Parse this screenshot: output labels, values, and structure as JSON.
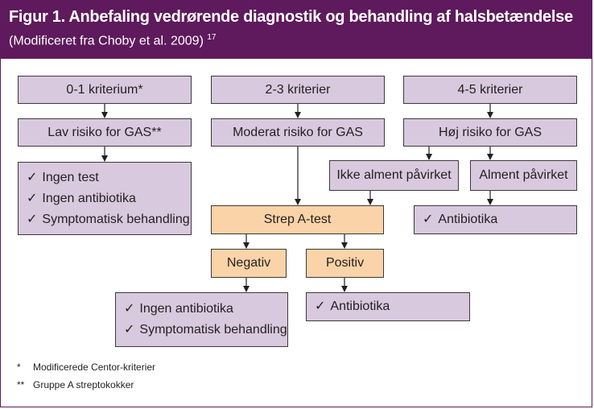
{
  "header": {
    "title": "Figur 1. Anbefaling vedrørende diagnostik og behandling af halsbetændelse",
    "subtitle": "(Modificeret fra Choby et al. 2009)",
    "reference": "17"
  },
  "boxes": {
    "criteria_low": "0-1 kriterium*",
    "criteria_mid": "2-3 kriterier",
    "criteria_high": "4-5 kriterier",
    "risk_low": "Lav risiko for GAS**",
    "risk_mid": "Moderat risiko for GAS",
    "risk_high": "Høj risiko for GAS",
    "not_generally_affected": "Ikke alment påvirket",
    "generally_affected": "Alment påvirket",
    "strep_test": "Strep A-test",
    "negative": "Negativ",
    "positive": "Positiv"
  },
  "lists": {
    "low": [
      "Ingen test",
      "Ingen antibiotika",
      "Symptomatisk behandling"
    ],
    "high_affected": [
      "Antibiotika"
    ],
    "negative": [
      "Ingen antibiotika",
      "Symptomatisk behandling"
    ],
    "positive": [
      "Antibiotika"
    ]
  },
  "check_symbol": "✓",
  "footnotes": [
    {
      "mark": "*",
      "text": "Modificerede Centor-kriterier"
    },
    {
      "mark": "**",
      "text": "Gruppe A streptokokker"
    }
  ],
  "colors": {
    "header": "#5e1a5c",
    "box_purple": "#d9c9de",
    "box_orange": "#fbd3a8",
    "lines": "#231f20"
  }
}
